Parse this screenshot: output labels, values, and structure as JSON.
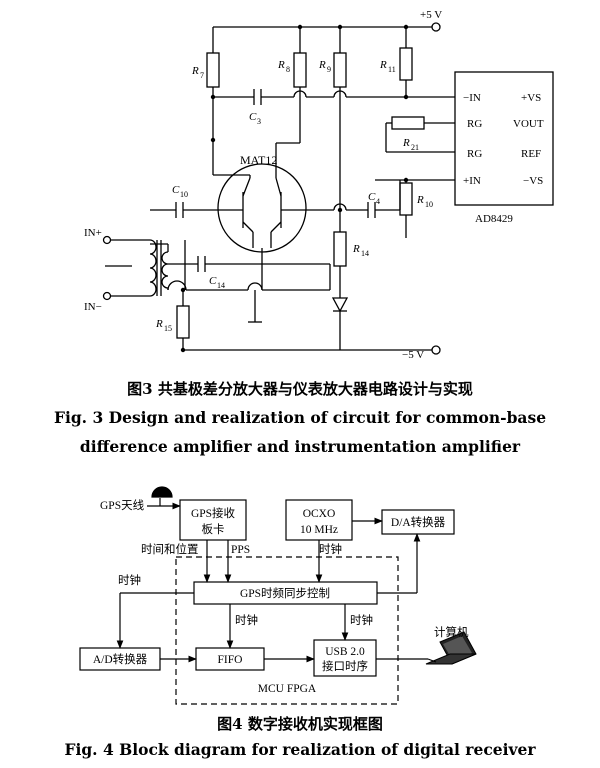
{
  "figure3": {
    "supply_pos": "+5  V",
    "supply_neg": "−5  V",
    "r7": "R",
    "r7_sub": "7",
    "r8": "R",
    "r8_sub": "8",
    "r9": "R",
    "r9_sub": "9",
    "r11": "R",
    "r11_sub": "11",
    "c3": "C",
    "c3_sub": "3",
    "r21": "R",
    "r21_sub": "21",
    "mat12": "MAT12",
    "c10": "C",
    "c10_sub": "10",
    "c4": "C",
    "c4_sub": "4",
    "r10": "R",
    "r10_sub": "10",
    "r14": "R",
    "r14_sub": "14",
    "c14": "C",
    "c14_sub": "14",
    "r15": "R",
    "r15_sub": "15",
    "in_pos": "IN+",
    "in_neg": "IN−",
    "amp": {
      "pin_in_neg": "−IN",
      "pin_vs_pos": "+VS",
      "pin_rg1": "RG",
      "pin_vout": "VOUT",
      "pin_rg2": "RG",
      "pin_ref": "REF",
      "pin_in_pos": "+IN",
      "pin_vs_neg": "−VS",
      "part": "AD8429"
    },
    "caption_cn": "图3  共基极差分放大器与仪表放大器电路设计与实现",
    "caption_en_1": "Fig. 3  Design and realization of circuit for common-base",
    "caption_en_2": "difference amplifier and instrumentation amplifier"
  },
  "figure4": {
    "gps_antenna": "GPS天线",
    "gps_board_1": "GPS接收",
    "gps_board_2": "板卡",
    "ocxo_1": "OCXO",
    "ocxo_2": "10  MHz",
    "dac": "D/A转换器",
    "time_position": "时间和位置",
    "pps": "PPS",
    "clock_ocxo": "时钟",
    "clock_left": "时钟",
    "sync": "GPS时频同步控制",
    "clock_fifo": "时钟",
    "clock_usb": "时钟",
    "adc": "A/D转换器",
    "fifo": "FIFO",
    "usb_1": "USB  2.0",
    "usb_2": "接口时序",
    "computer": "计算机",
    "fpga": "MCU  FPGA",
    "caption_cn": "图4  数字接收机实现框图",
    "caption_en": "Fig. 4  Block diagram for realization of digital receiver"
  }
}
